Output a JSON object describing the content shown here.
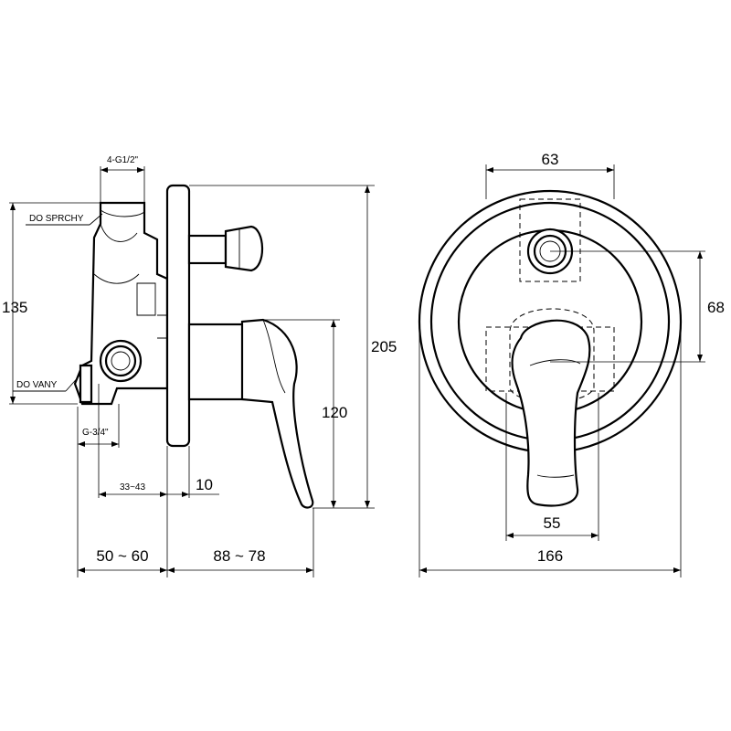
{
  "side_view": {
    "labels": {
      "inlet_thread": "4-G1/2\"",
      "to_shower": "DO SPRCHY",
      "to_bath": "DO VANY",
      "outlet_thread": "G-3/4\""
    },
    "dimensions": {
      "body_height": "135",
      "total_height": "205",
      "handle_height": "120",
      "depth_range": "33~43",
      "plate_gap": "10",
      "body_depth": "50 ~ 60",
      "front_depth": "88 ~ 78"
    }
  },
  "front_view": {
    "dimensions": {
      "cover_width": "63",
      "spindle_offset": "68",
      "handle_width": "55",
      "plate_diameter": "166"
    }
  }
}
